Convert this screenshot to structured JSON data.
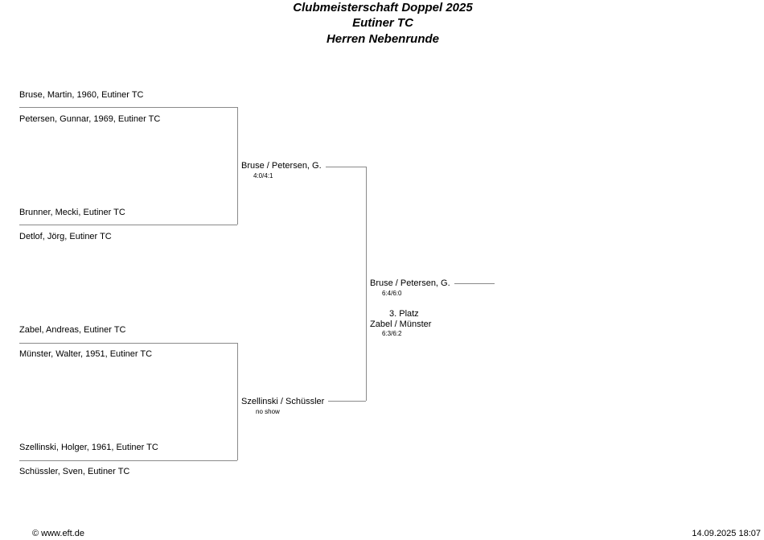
{
  "header": {
    "title": "Clubmeisterschaft Doppel 2025",
    "club": "Eutiner TC",
    "draw": "Herren Nebenrunde"
  },
  "round1": [
    {
      "player1": "Bruse, Martin, 1960, Eutiner TC",
      "player2": "Petersen, Gunnar, 1969, Eutiner TC"
    },
    {
      "player1": "Brunner, Mecki, Eutiner TC",
      "player2": "Detlof, Jörg, Eutiner TC"
    },
    {
      "player1": "Zabel, Andreas, Eutiner TC",
      "player2": "Münster, Walter, 1951, Eutiner TC"
    },
    {
      "player1": "Szellinski, Holger, 1961, Eutiner TC",
      "player2": "Schüssler, Sven, Eutiner TC"
    }
  ],
  "round2": [
    {
      "winner": "Bruse / Petersen, G.",
      "score": "4:0/4:1"
    },
    {
      "winner": "Szellinski / Schüssler",
      "score": "no show"
    }
  ],
  "final": {
    "winner": "Bruse / Petersen, G.",
    "score": "6:4/6:0"
  },
  "third_place": {
    "label": "3. Platz",
    "winner": "Zabel / Münster",
    "score": "6:3/6:2"
  },
  "footer": {
    "copyright": "© www.eft.de",
    "timestamp": "14.09.2025 18:07"
  }
}
